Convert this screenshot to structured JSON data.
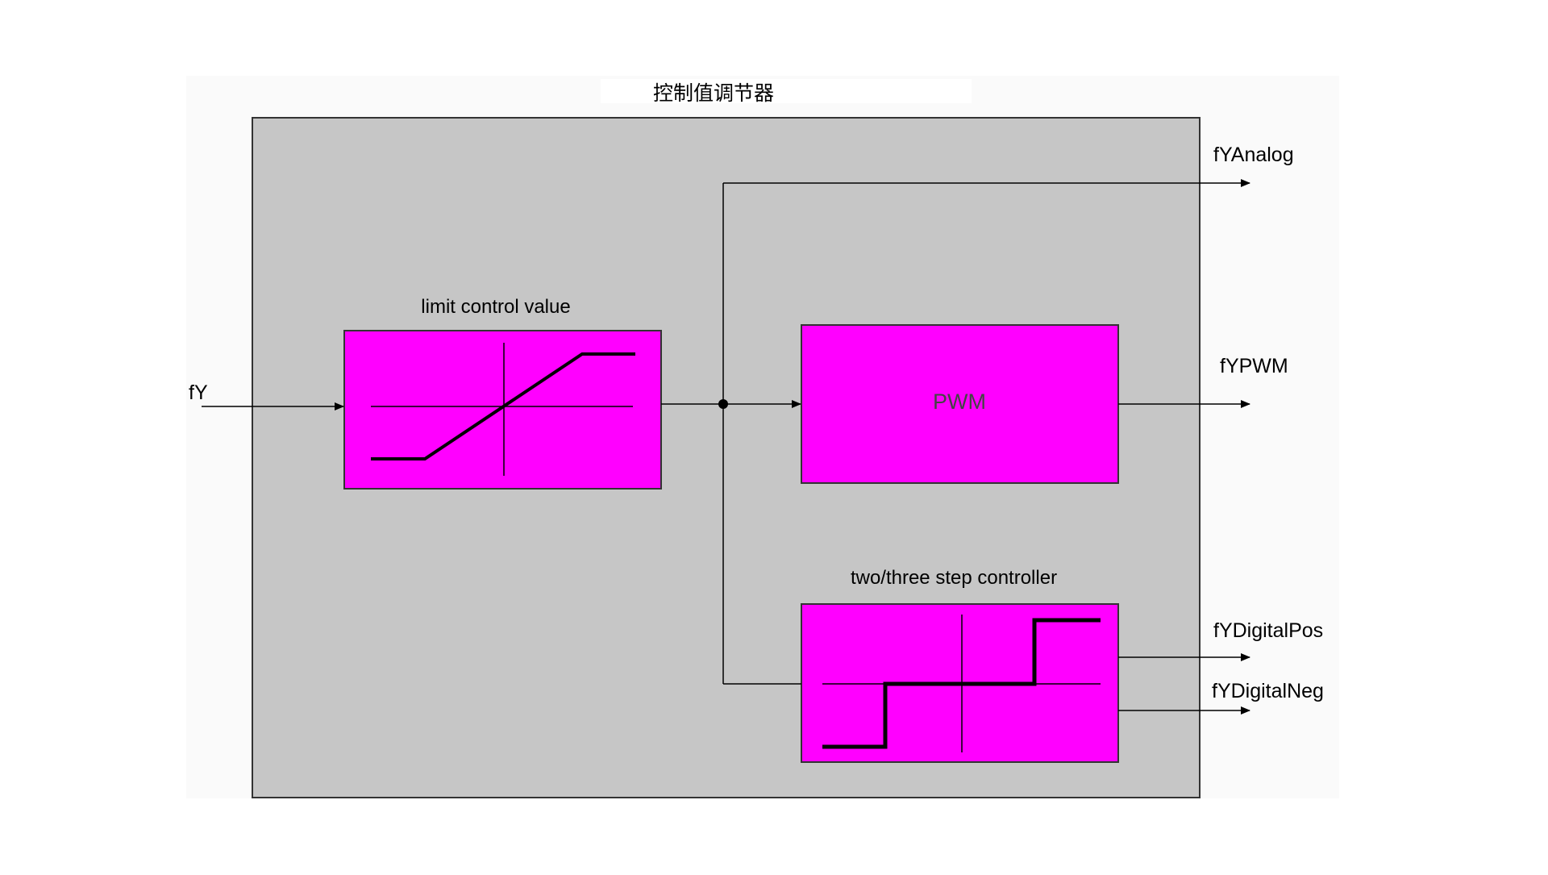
{
  "diagram": {
    "title": "控制值调节器",
    "blocks": {
      "limit": {
        "label": "limit control value"
      },
      "pwm": {
        "label": "PWM"
      },
      "step": {
        "label": "two/three step controller"
      }
    },
    "signals": {
      "input": "fY",
      "out_analog": "fYAnalog",
      "out_pwm": "fYPWM",
      "out_digital_pos": "fYDigitalPos",
      "out_digital_neg": "fYDigitalNeg"
    },
    "colors": {
      "canvas": "#fafafa",
      "frame_fill": "#c6c6c6",
      "block_fill": "#ff00ff",
      "line": "#000000",
      "label_bg": "#ffffff"
    }
  }
}
